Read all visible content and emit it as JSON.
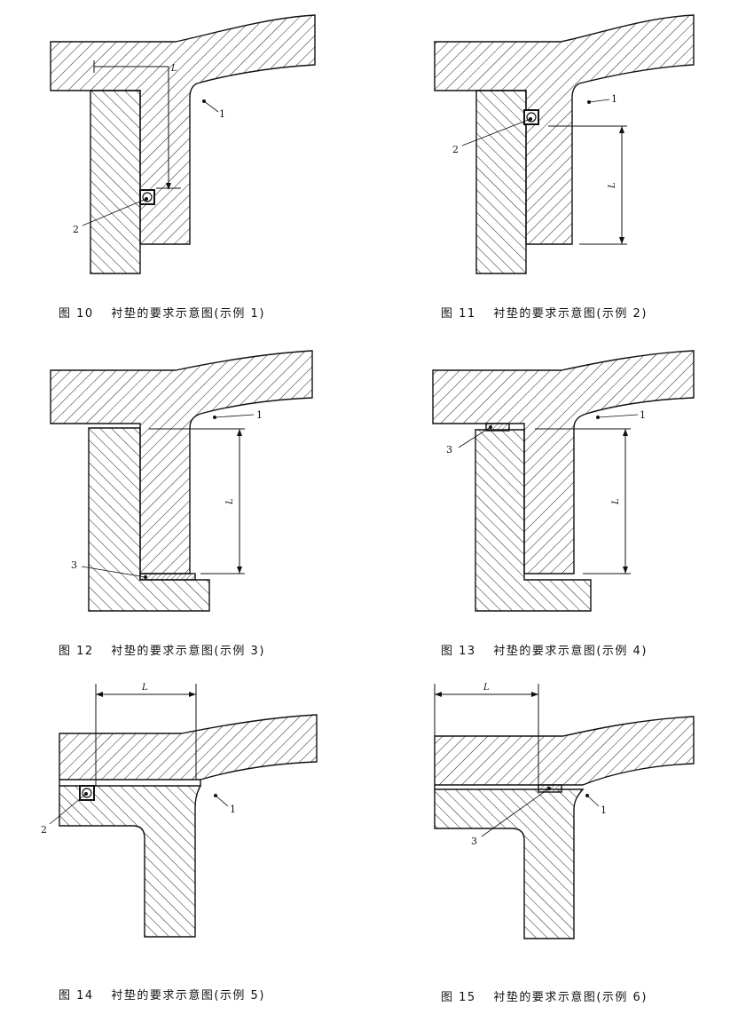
{
  "figures": [
    {
      "prefix": "图",
      "number": "10",
      "title": "衬垫的要求示意图(示例 1)",
      "labels": {
        "part1": "1",
        "part2": "2",
        "dim": "L"
      }
    },
    {
      "prefix": "图",
      "number": "11",
      "title": "衬垫的要求示意图(示例 2)",
      "labels": {
        "part1": "1",
        "part2": "2",
        "dim": "L"
      }
    },
    {
      "prefix": "图",
      "number": "12",
      "title": "衬垫的要求示意图(示例 3)",
      "labels": {
        "part1": "1",
        "part3": "3",
        "dim": "L"
      }
    },
    {
      "prefix": "图",
      "number": "13",
      "title": "衬垫的要求示意图(示例 4)",
      "labels": {
        "part1": "1",
        "part3": "3",
        "dim": "L"
      }
    },
    {
      "prefix": "图",
      "number": "14",
      "title": "衬垫的要求示意图(示例 5)",
      "labels": {
        "part1": "1",
        "part2": "2",
        "dim": "L"
      }
    },
    {
      "prefix": "图",
      "number": "15",
      "title": "衬垫的要求示意图(示例 6)",
      "labels": {
        "part1": "1",
        "part3": "3",
        "dim": "L"
      }
    }
  ]
}
